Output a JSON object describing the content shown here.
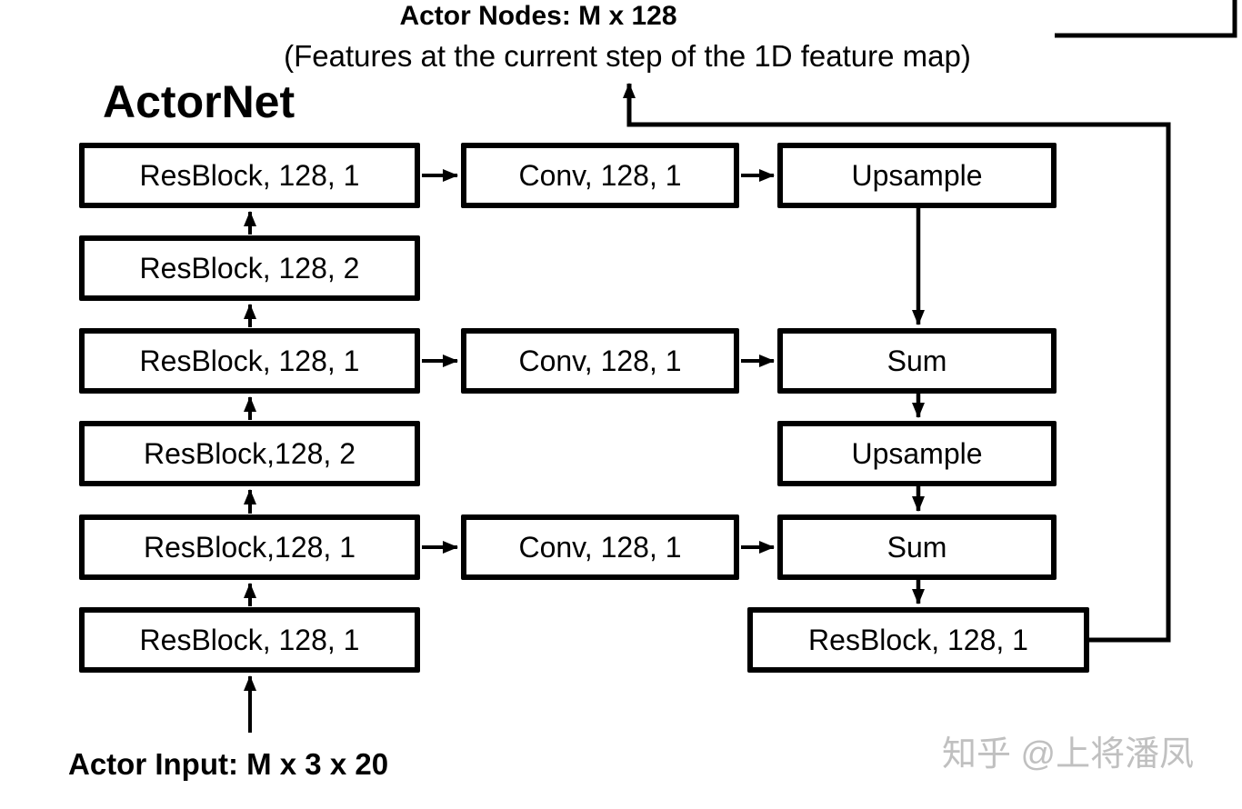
{
  "header": {
    "title": "Actor Nodes: M x 128",
    "subtitle": "(Features at the current step of the 1D feature map)"
  },
  "network": {
    "title": "ActorNet",
    "left_column": [
      "ResBlock, 128, 1",
      "ResBlock, 128, 2",
      "ResBlock, 128, 1",
      "ResBlock,128, 2",
      "ResBlock,128, 1",
      "ResBlock, 128, 1"
    ],
    "conv_column": [
      "Conv, 128, 1",
      "Conv, 128, 1",
      "Conv, 128, 1"
    ],
    "fusion_column": [
      "Upsample",
      "Sum",
      "Upsample",
      "Sum"
    ],
    "output_block": "ResBlock, 128, 1"
  },
  "footer": {
    "input_label": "Actor Input: M x 3 x 20"
  },
  "watermark": {
    "text": "知乎 @上将潘凤",
    "color": "#c0c0c0"
  },
  "colors": {
    "line": "#000000",
    "background": "#ffffff"
  }
}
